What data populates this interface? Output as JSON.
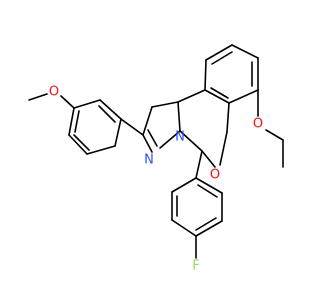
{
  "colors": {
    "bond": "#000000",
    "oxygen": "#ff0d0d",
    "nitrogen": "#3050f8",
    "fluorine": "#90e050"
  },
  "atoms": {
    "methoxy_o": "O",
    "ethoxy_o": "O",
    "ring_o": "O",
    "n1": "N",
    "n2": "N",
    "fluorine": "F"
  }
}
